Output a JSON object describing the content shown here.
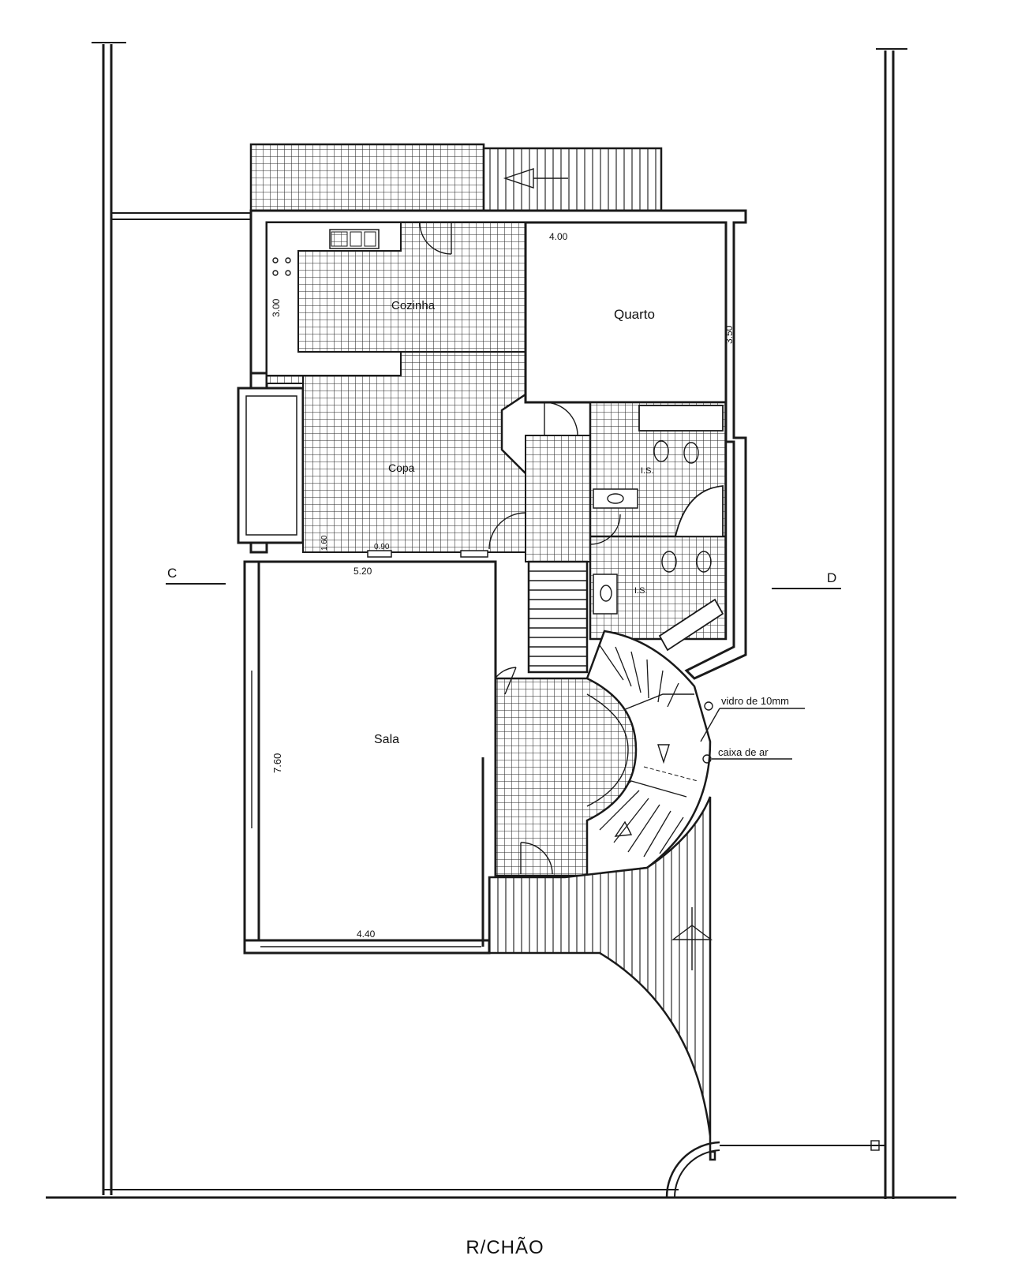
{
  "title": "R/CHÃO",
  "rooms": {
    "kitchen": "Cozinha",
    "quarto": "Quarto",
    "copa": "Copa",
    "sala": "Sala",
    "wc1": "I.S.",
    "wc2": "I.S."
  },
  "dimensions": {
    "quarto_width": "4.00",
    "quarto_depth": "3.50",
    "kitchen_depth": "3.00",
    "copa_width": "5.20",
    "sala_depth": "7.60",
    "sala_width": "4.40",
    "small_a": "1.60",
    "small_b": "0.90"
  },
  "section_marks": {
    "left": "C",
    "right": "D"
  },
  "notes": {
    "glass": "vidro de 10mm",
    "air": "caixa de ar"
  },
  "colors": {
    "ink": "#1a1a1a",
    "background": "#ffffff",
    "tile": "#2a2a2a"
  }
}
